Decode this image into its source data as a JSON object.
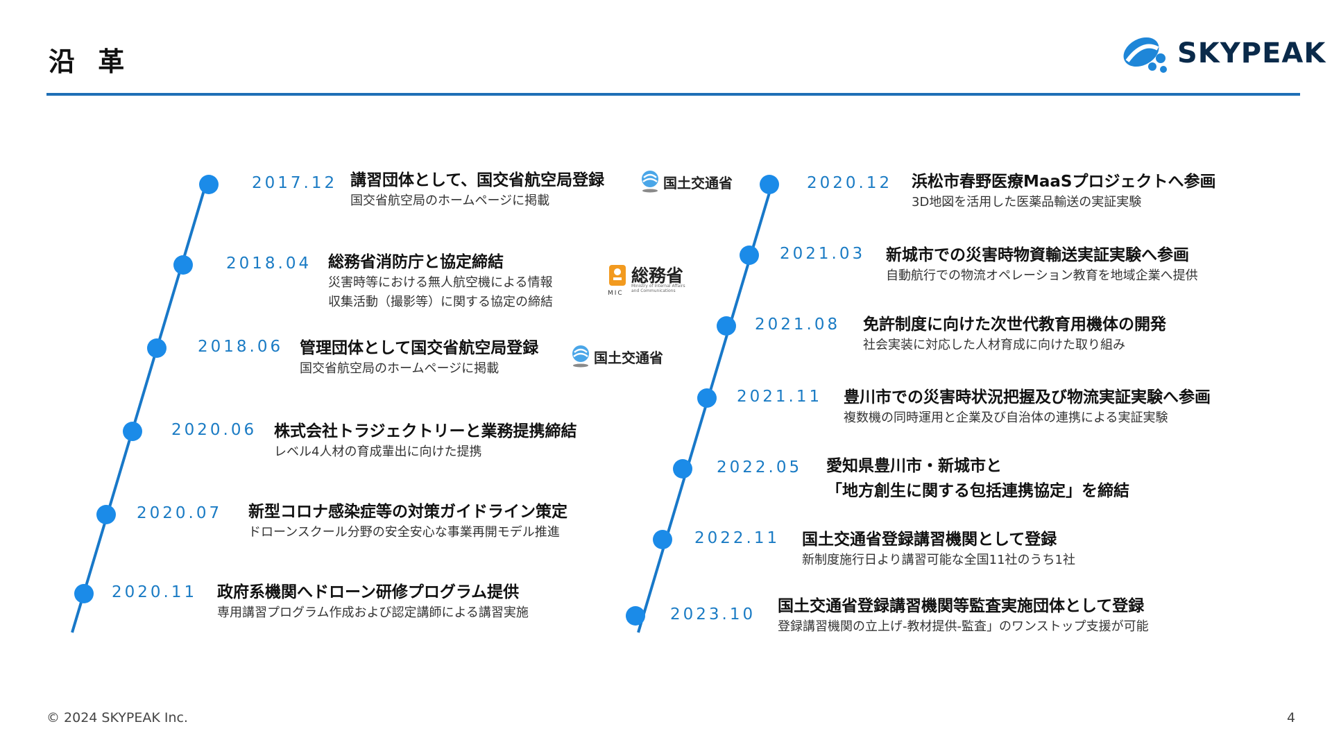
{
  "header": {
    "title": "沿 革",
    "logo_text": "SKYPEAK",
    "brand_color": "#1f6fb6"
  },
  "left_events": [
    {
      "date": "2017.12",
      "title": "講習団体として、国交省航空局登録",
      "desc": [
        "国交省航空局のホームページに掲載"
      ],
      "badge": "国土交通省"
    },
    {
      "date": "2018.04",
      "title": "総務省消防庁と協定締結",
      "desc": [
        "災害時等における無人航空機による情報",
        "収集活動（撮影等）に関する協定の締結"
      ],
      "badge": "総務省"
    },
    {
      "date": "2018.06",
      "title": "管理団体として国交省航空局登録",
      "desc": [
        "国交省航空局のホームページに掲載"
      ],
      "badge": "国土交通省"
    },
    {
      "date": "2020.06",
      "title": "株式会社トラジェクトリーと業務提携締結",
      "desc": [
        "レベル4人材の育成輩出に向けた提携"
      ]
    },
    {
      "date": "2020.07",
      "title": "新型コロナ感染症等の対策ガイドライン策定",
      "desc": [
        "ドローンスクール分野の安全安心な事業再開モデル推進"
      ]
    },
    {
      "date": "2020.11",
      "title": "政府系機関へドローン研修プログラム提供",
      "desc": [
        "専用講習プログラム作成および認定講師による講習実施"
      ]
    }
  ],
  "right_events": [
    {
      "date": "2020.12",
      "title": "浜松市春野医療MaaSプロジェクトへ参画",
      "desc": [
        "3D地図を活用した医薬品輸送の実証実験"
      ]
    },
    {
      "date": "2021.03",
      "title": "新城市での災害時物資輸送実証実験へ参画",
      "desc": [
        "自動航行での物流オペレーション教育を地域企業へ提供"
      ]
    },
    {
      "date": "2021.08",
      "title": "免許制度に向けた次世代教育用機体の開発",
      "desc": [
        "社会実装に対応した人材育成に向けた取り組み"
      ]
    },
    {
      "date": "2021.11",
      "title": "豊川市での災害時状況把握及び物流実証実験へ参画",
      "desc": [
        "複数機の同時運用と企業及び自治体の連携による実証実験"
      ]
    },
    {
      "date": "2022.05",
      "title_lines": [
        "愛知県豊川市・新城市と",
        "「地方創生に関する包括連携協定」を締結"
      ],
      "desc": []
    },
    {
      "date": "2022.11",
      "title": "国土交通省登録講習機関として登録",
      "desc": [
        "新制度施行日より講習可能な全国11社のうち1社"
      ]
    },
    {
      "date": "2023.10",
      "title": "国土交通省登録講習機関等監査実施団体として登録",
      "desc": [
        "登録講習機関の立上げ-教材提供-監査」のワンストップ支援が可能"
      ]
    }
  ],
  "mic_badge": {
    "subtitle": [
      "Ministry of Internal Affairs",
      "and Communications"
    ],
    "letters": "MIC"
  },
  "footer": {
    "copyright": "© 2024 SKYPEAK Inc.",
    "page_number": "4"
  },
  "colors": {
    "accent": "#1f6fb6",
    "dot": "#1b8be8",
    "line": "#1878c8",
    "date": "#1a7bc4"
  }
}
